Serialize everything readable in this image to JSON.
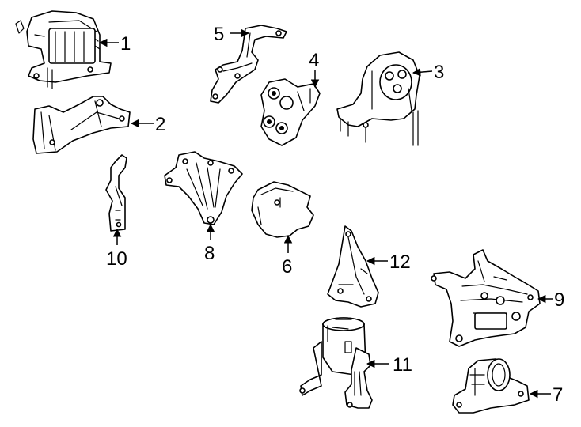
{
  "diagram": {
    "labels": [
      {
        "id": "1",
        "text": "1"
      },
      {
        "id": "2",
        "text": "2"
      },
      {
        "id": "3",
        "text": "3"
      },
      {
        "id": "4",
        "text": "4"
      },
      {
        "id": "5",
        "text": "5"
      },
      {
        "id": "6",
        "text": "6"
      },
      {
        "id": "7",
        "text": "7"
      },
      {
        "id": "8",
        "text": "8"
      },
      {
        "id": "9",
        "text": "9"
      },
      {
        "id": "10",
        "text": "10"
      },
      {
        "id": "11",
        "text": "11"
      },
      {
        "id": "12",
        "text": "12"
      }
    ]
  }
}
